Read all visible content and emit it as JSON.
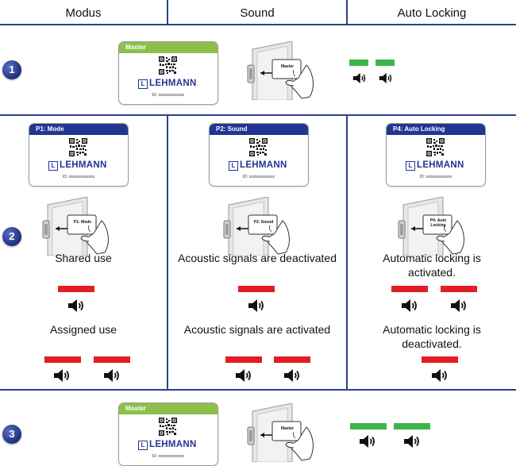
{
  "columns": [
    "Modus",
    "Sound",
    "Auto Locking"
  ],
  "steps": [
    "1",
    "2",
    "3"
  ],
  "brand": "LEHMANN",
  "card_id": "ID: xxxxxxxxxxxxx",
  "cards": {
    "master": "Master",
    "p1": "P1: Mode",
    "p2": "P2: Sound",
    "p4": "P4: Auto Locking"
  },
  "hand_cards": {
    "master": "Master",
    "p1": "P1: Mode",
    "p2": "P2: Sound",
    "p4_line1": "P4: Auto",
    "p4_line2": "Locking"
  },
  "mode": {
    "a": "Shared use",
    "b": "Assigned use"
  },
  "sound": {
    "a": "Acoustic signals are deactivated",
    "b": "Acoustic signals are activated"
  },
  "autolock": {
    "a_line1": "Automatic locking is",
    "a_line2": "activated.",
    "b_line1": "Automatic locking is",
    "b_line2": "deactivated."
  },
  "colors": {
    "line": "#2e3f8c",
    "card_green": "#8cc04a",
    "card_blue": "#1f3692",
    "signal_green": "#3cb54a",
    "signal_red": "#e41c23"
  },
  "icons": [
    "speaker-icon",
    "qr-code-icon",
    "door-hand-card-icon",
    "lehmann-logo-icon"
  ]
}
